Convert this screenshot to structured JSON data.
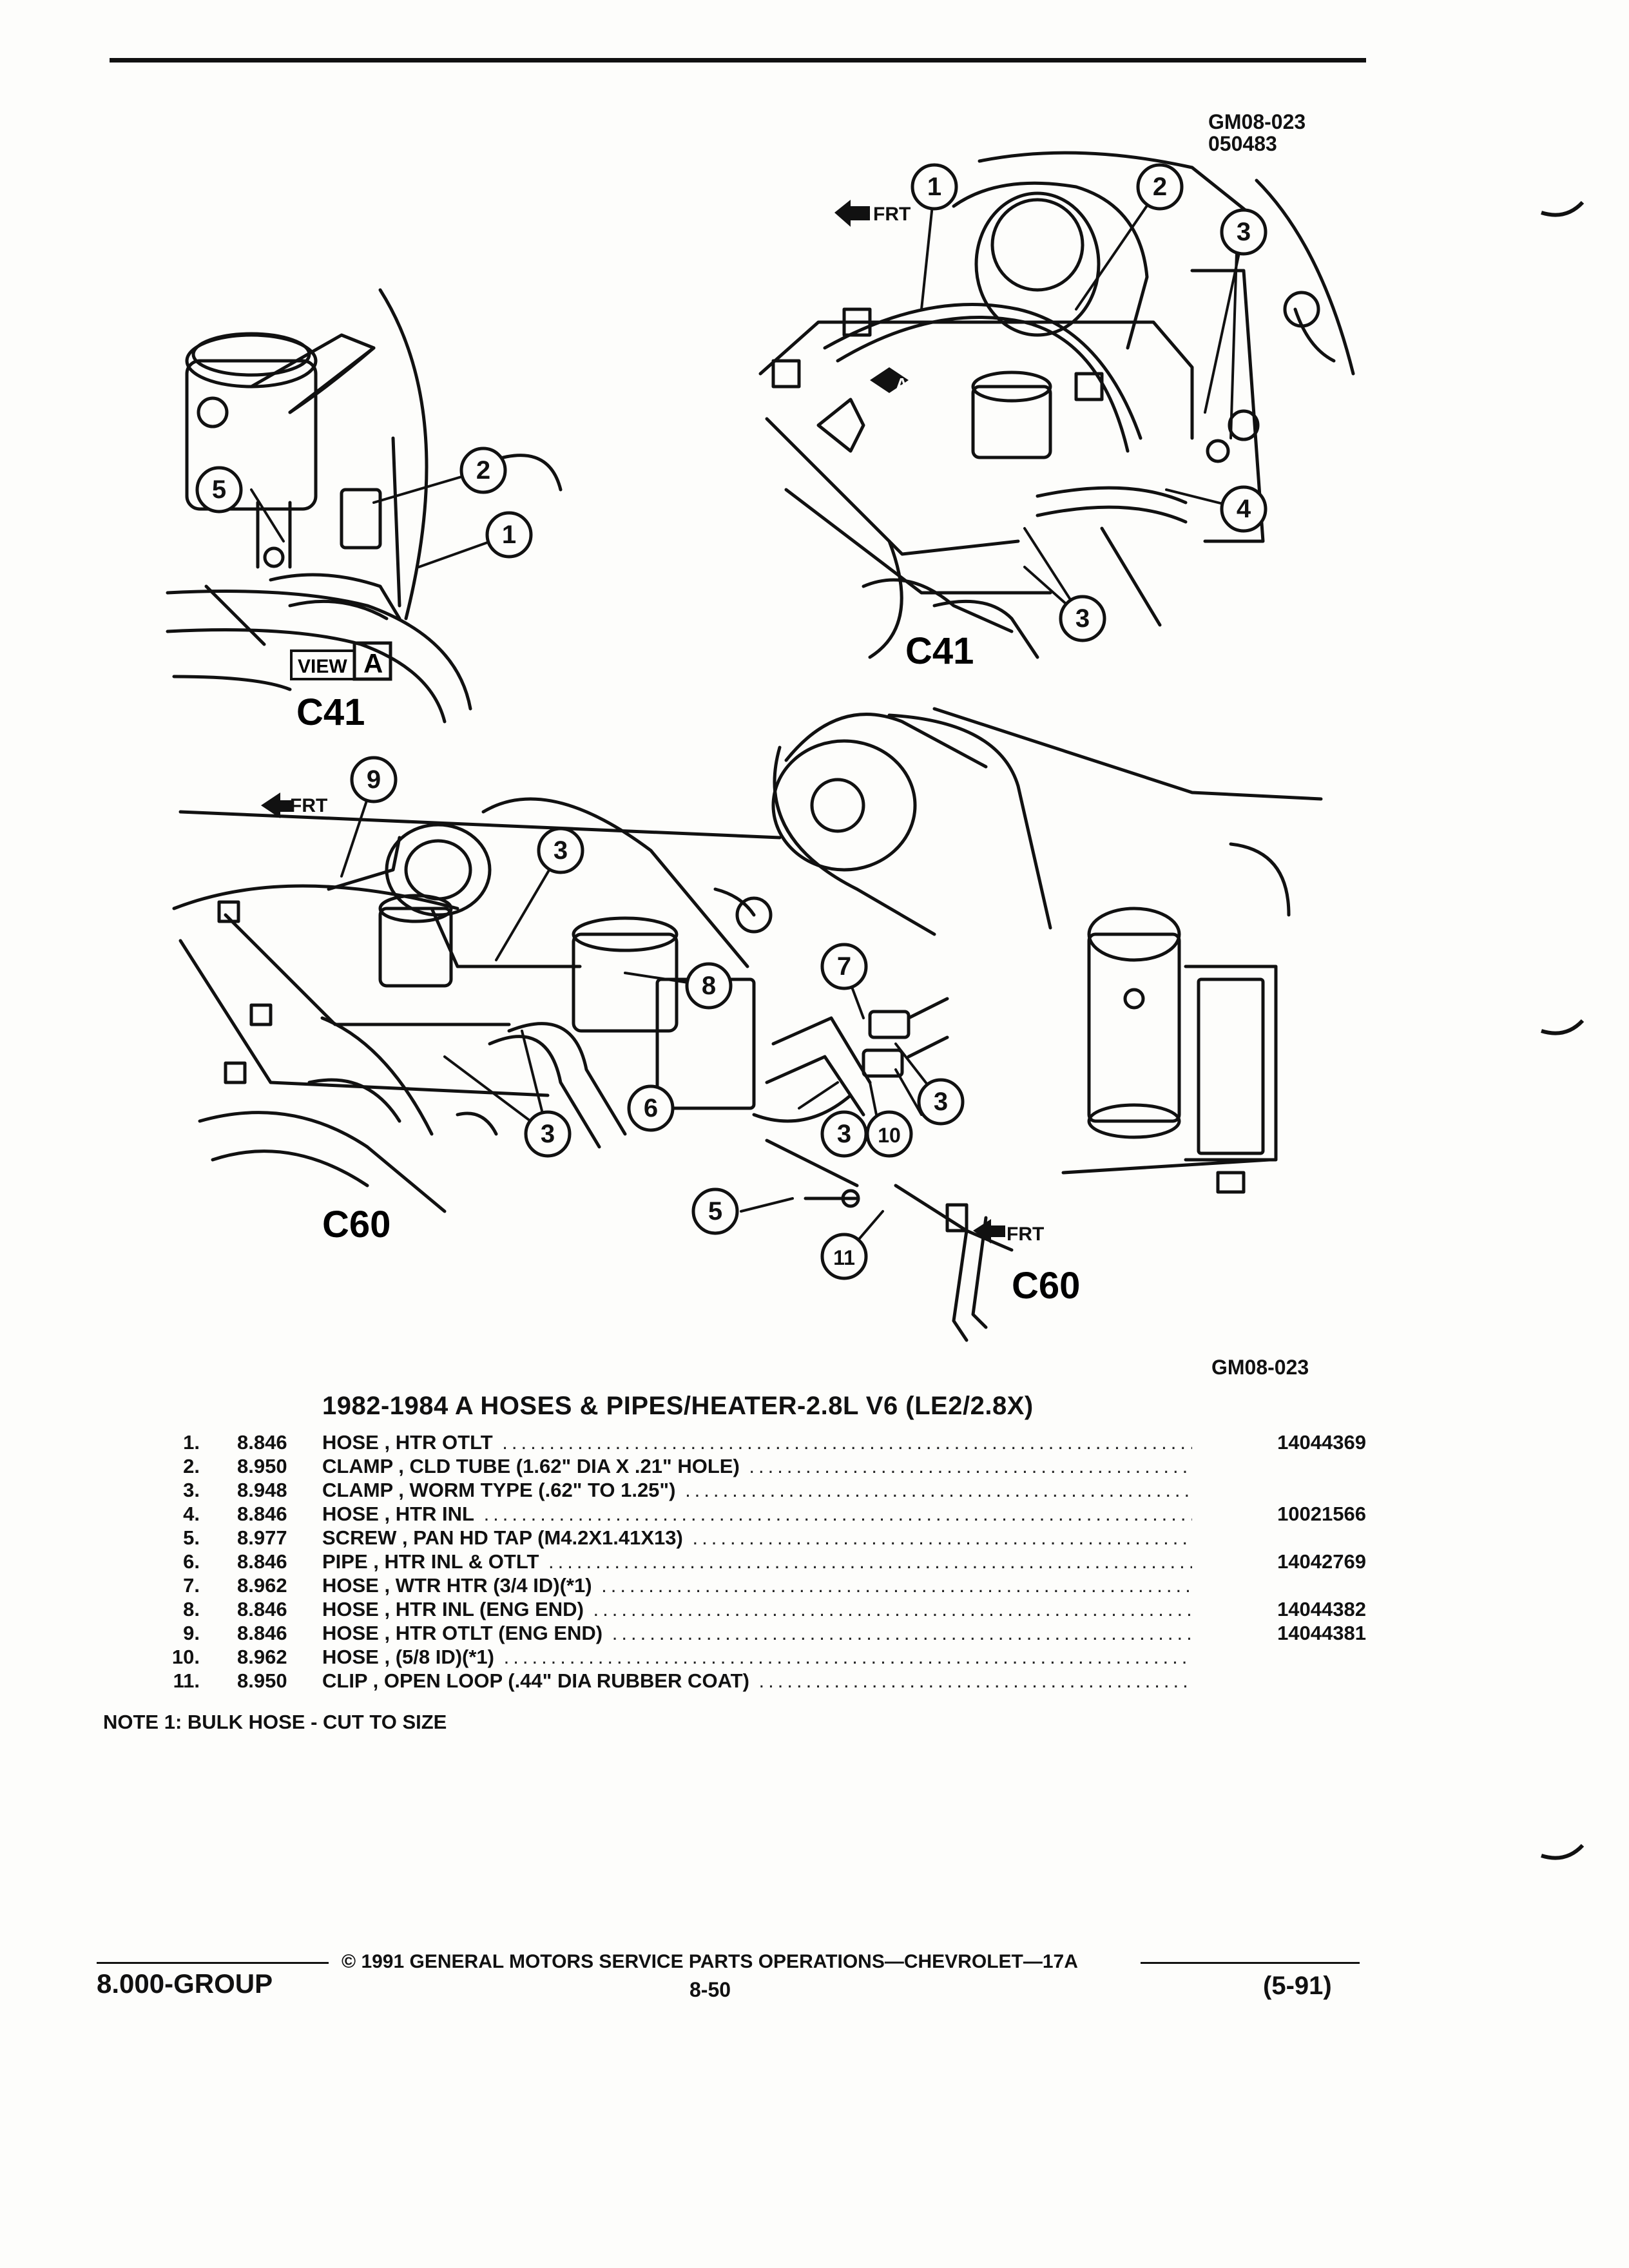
{
  "figure": {
    "id_top": "GM08-023",
    "date_code": "050483",
    "id_bottom": "GM08-023",
    "labels": {
      "frt": "FRT",
      "view": "VIEW",
      "view_letter": "A",
      "c41": "C41",
      "c60": "C60"
    },
    "callouts": [
      "1",
      "2",
      "3",
      "4",
      "5",
      "6",
      "7",
      "8",
      "9",
      "10",
      "11"
    ]
  },
  "table": {
    "title": "1982-1984 A HOSES & PIPES/HEATER-2.8L V6 (LE2/2.8X)",
    "rows": [
      {
        "num": "1.",
        "code": "8.846",
        "desc": "HOSE , HTR OTLT",
        "part": "14044369"
      },
      {
        "num": "2.",
        "code": "8.950",
        "desc": "CLAMP , CLD TUBE (1.62\" DIA X .21\" HOLE)",
        "part": ""
      },
      {
        "num": "3.",
        "code": "8.948",
        "desc": "CLAMP , WORM TYPE (.62\" TO 1.25\")",
        "part": ""
      },
      {
        "num": "4.",
        "code": "8.846",
        "desc": "HOSE , HTR INL",
        "part": "10021566"
      },
      {
        "num": "5.",
        "code": "8.977",
        "desc": "SCREW , PAN HD TAP (M4.2X1.41X13)",
        "part": ""
      },
      {
        "num": "6.",
        "code": "8.846",
        "desc": "PIPE , HTR INL & OTLT",
        "part": "14042769"
      },
      {
        "num": "7.",
        "code": "8.962",
        "desc": "HOSE , WTR HTR (3/4 ID)(*1)",
        "part": ""
      },
      {
        "num": "8.",
        "code": "8.846",
        "desc": "HOSE , HTR INL (ENG END)",
        "part": "14044382"
      },
      {
        "num": "9.",
        "code": "8.846",
        "desc": "HOSE , HTR OTLT (ENG END)",
        "part": "14044381"
      },
      {
        "num": "10.",
        "code": "8.962",
        "desc": "HOSE , (5/8 ID)(*1)",
        "part": ""
      },
      {
        "num": "11.",
        "code": "8.950",
        "desc": "CLIP , OPEN LOOP (.44\" DIA RUBBER COAT)",
        "part": ""
      }
    ],
    "note": "NOTE  1:  BULK HOSE - CUT TO SIZE"
  },
  "footer": {
    "copyright": "© 1991  GENERAL MOTORS SERVICE PARTS OPERATIONS—CHEVROLET—17A",
    "group": "8.000-GROUP",
    "page": "8-50",
    "date": "(5-91)"
  }
}
